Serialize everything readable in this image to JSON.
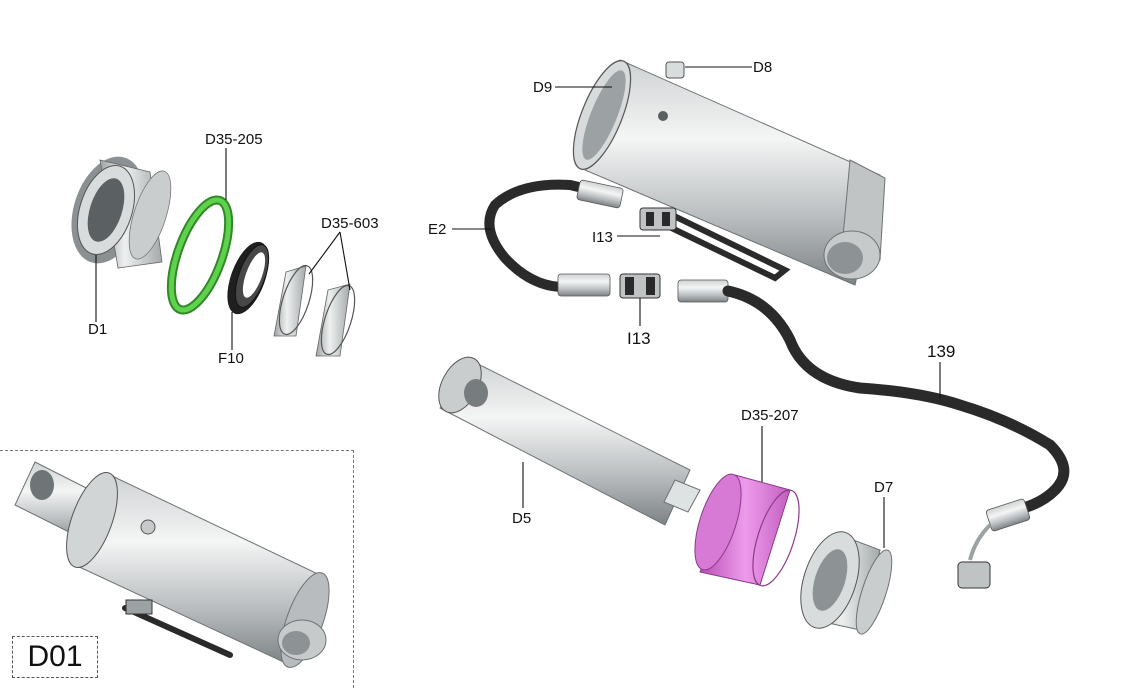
{
  "labels": {
    "d1": "D1",
    "d35_205": "D35-205",
    "f10": "F10",
    "d35_603": "D35-603",
    "d9": "D9",
    "d8": "D8",
    "e2": "E2",
    "i13_top": "I13",
    "i13_mid": "I13",
    "hose_139": "139",
    "d35_207": "D35-207",
    "d5": "D5",
    "d7": "D7"
  },
  "assembly": {
    "tag": "D01"
  },
  "colors": {
    "metal_light": "#e6e8e9",
    "metal_mid": "#b8bcbe",
    "metal_dark": "#6f7476",
    "hose": "#2a2a2a",
    "oring_green": "#47c23a",
    "seal_magenta": "#d77ad6",
    "seal_black": "#333333"
  }
}
